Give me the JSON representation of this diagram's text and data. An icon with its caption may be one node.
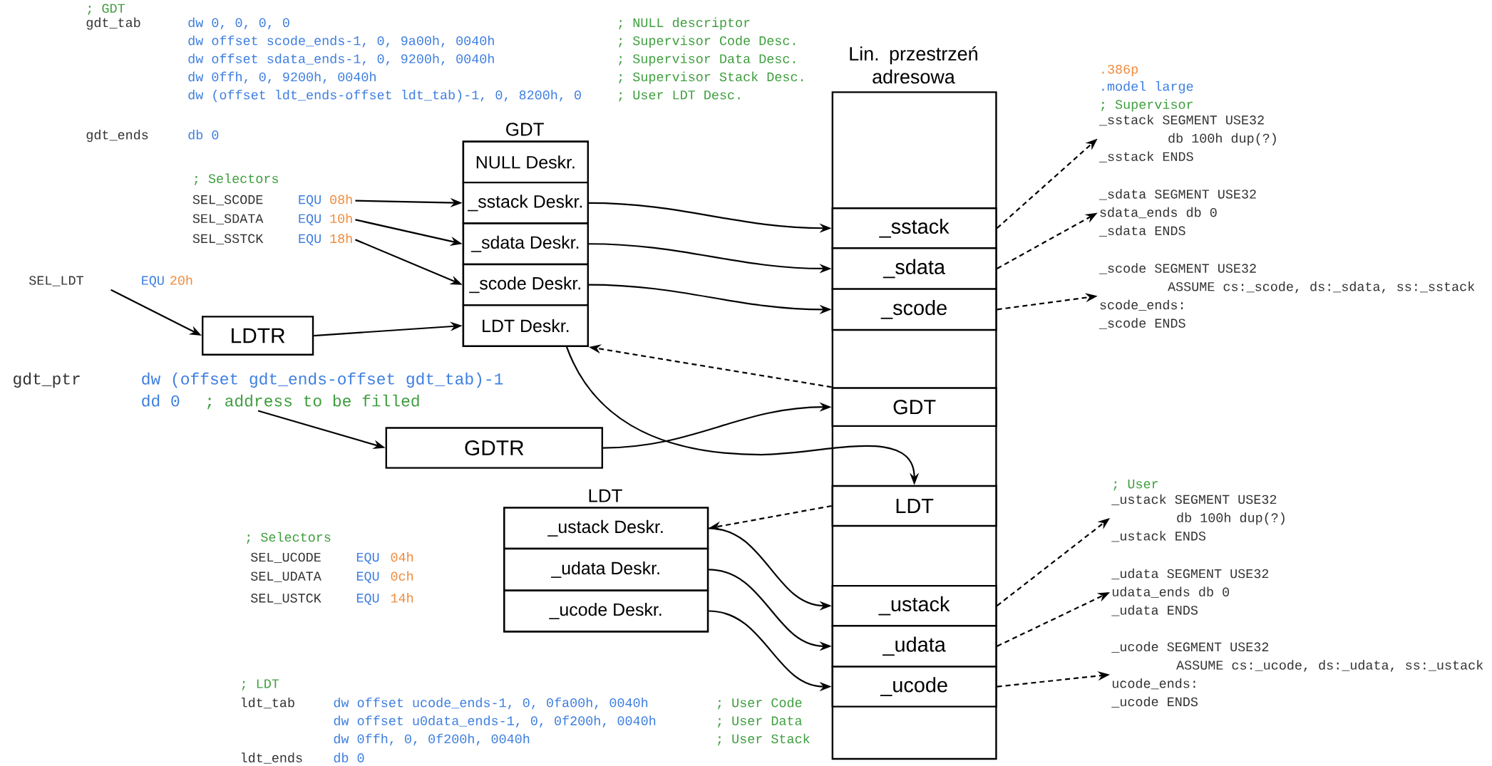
{
  "diagram": {
    "nodes": [
      {
        "text": [
          "GDT"
        ]
      },
      {
        "text": [
          "NULL Deskr."
        ],
        "in": 0
      },
      {
        "text": [
          "_sstack Deskr."
        ],
        "in": 0
      },
      {
        "text": [
          "_sdata Deskr."
        ],
        "in": 0
      },
      {
        "text": [
          "_scode Deskr."
        ],
        "in": 0
      },
      {
        "text": [
          "LDT Deskr."
        ],
        "in": 0
      },
      {
        "text": [
          "Lin. przestrzeń adresowa"
        ]
      },
      {
        "text": [
          "_sstack"
        ],
        "in": 6
      },
      {
        "text": [
          "_sdata"
        ],
        "in": 6
      },
      {
        "text": [
          "_scode"
        ],
        "in": 6
      },
      {
        "text": [
          "GDT"
        ],
        "in": 6
      },
      {
        "text": [
          "LDT"
        ],
        "in": 6
      },
      {
        "text": [
          "_ustack"
        ],
        "in": 6
      },
      {
        "text": [
          "_udata"
        ],
        "in": 6
      },
      {
        "text": [
          "_ucode"
        ],
        "in": 6
      },
      {
        "text": [
          "LDT"
        ]
      },
      {
        "text": [
          "_ustack Deskr."
        ],
        "in": 15
      },
      {
        "text": [
          "_udata Deskr."
        ],
        "in": 15
      },
      {
        "text": [
          "_ucode Deskr."
        ],
        "in": 15
      },
      {
        "text": [
          "LDTR"
        ]
      },
      {
        "text": [
          "GDTR"
        ]
      },
      {
        "text": [
          "SEL_SCODE",
          "EQU",
          "08h"
        ]
      },
      {
        "text": [
          "SEL_SDATA",
          "EQU",
          "10h"
        ]
      },
      {
        "text": [
          "SEL_SSTCK",
          "EQU",
          "18h"
        ]
      },
      {
        "text": [
          "SEL_LDT",
          "EQU",
          "20h"
        ]
      },
      {
        "text": [
          "gdt_ptr",
          "dw (offset gdt_ends-offset gdt_tab)-1",
          "dd 0",
          "; address to be filled"
        ]
      },
      {
        "text": [
          "SEL_UCODE",
          "EQU",
          "04h"
        ]
      },
      {
        "text": [
          "SEL_UDATA",
          "EQU",
          "0ch"
        ]
      },
      {
        "text": [
          "SEL_USTCK",
          "EQU",
          "14h"
        ]
      },
      {
        "text": [
          "_sstack SEGMENT USE32",
          "db 100h dup(?)",
          "_sstack ENDS"
        ]
      },
      {
        "text": [
          "_sdata SEGMENT USE32",
          "sdata_ends db 0",
          "_sdata ENDS"
        ]
      },
      {
        "text": [
          "_scode SEGMENT USE32",
          "ASSUME cs:_scode, ds:_sdata, ss:_sstack",
          "scode_ends:",
          "_scode ENDS"
        ]
      },
      {
        "text": [
          "_ustack SEGMENT USE32",
          "db 100h dup(?)",
          "_ustack ENDS"
        ]
      },
      {
        "text": [
          "_udata SEGMENT USE32",
          "udata_ends db 0",
          "_udata ENDS"
        ]
      },
      {
        "text": [
          "_ucode SEGMENT USE32",
          "ASSUME cs:_ucode, ds:_udata, ss:_ustack",
          "ucode_ends:",
          "_ucode ENDS"
        ]
      }
    ],
    "edges": [
      {
        "from": 21,
        "to": 2,
        "arrow": "to"
      },
      {
        "from": 22,
        "to": 3,
        "arrow": "to"
      },
      {
        "from": 23,
        "to": 4,
        "arrow": "to"
      },
      {
        "from": 24,
        "to": 19,
        "arrow": "to"
      },
      {
        "from": 19,
        "to": 5,
        "arrow": "to"
      },
      {
        "from": 25,
        "to": 20,
        "arrow": "to"
      },
      {
        "from": 20,
        "to": 10,
        "arrow": "to"
      },
      {
        "from": 2,
        "to": 7,
        "arrow": "to"
      },
      {
        "from": 3,
        "to": 8,
        "arrow": "to"
      },
      {
        "from": 4,
        "to": 9,
        "arrow": "to"
      },
      {
        "from": 5,
        "to": 11,
        "arrow": "to"
      },
      {
        "from": 10,
        "to": 5,
        "arrow": "to",
        "style": "dashed"
      },
      {
        "from": 11,
        "to": 16,
        "arrow": "to",
        "style": "dashed"
      },
      {
        "from": 16,
        "to": 12,
        "arrow": "to"
      },
      {
        "from": 17,
        "to": 13,
        "arrow": "to"
      },
      {
        "from": 18,
        "to": 14,
        "arrow": "to"
      },
      {
        "from": 7,
        "to": 29,
        "arrow": "to",
        "style": "dashed"
      },
      {
        "from": 8,
        "to": 30,
        "arrow": "to",
        "style": "dashed"
      },
      {
        "from": 9,
        "to": 31,
        "arrow": "to",
        "style": "dashed"
      },
      {
        "from": 12,
        "to": 32,
        "arrow": "to",
        "style": "dashed"
      },
      {
        "from": 13,
        "to": 33,
        "arrow": "to",
        "style": "dashed"
      },
      {
        "from": 14,
        "to": 34,
        "arrow": "to",
        "style": "dashed"
      }
    ],
    "labels": [
      "; GDT",
      "gdt_tab",
      "dw 0, 0, 0, 0",
      "; NULL descriptor",
      "dw offset scode_ends-1, 0, 9a00h, 0040h",
      "; Supervisor Code Desc.",
      "dw offset sdata_ends-1, 0, 9200h, 0040h",
      "; Supervisor Data Desc.",
      "dw 0ffh, 0, 9200h, 0040h",
      "; Supervisor Stack Desc.",
      "dw (offset ldt_ends-offset ldt_tab)-1, 0, 8200h, 0",
      "; User LDT Desc.",
      "gdt_ends",
      "db 0",
      "; Selectors",
      ".386p",
      ".model large",
      "; Supervisor",
      "; Selectors",
      "; User",
      "; LDT",
      "ldt_tab",
      "dw offset ucode_ends-1, 0, 0fa00h, 0040h",
      "; User Code",
      "dw offset u0data_ends-1, 0, 0f200h, 0040h",
      "; User Data",
      "dw 0ffh, 0, 0f200h, 0040h",
      "; User Stack",
      "ldt_ends",
      "db 0"
    ]
  }
}
